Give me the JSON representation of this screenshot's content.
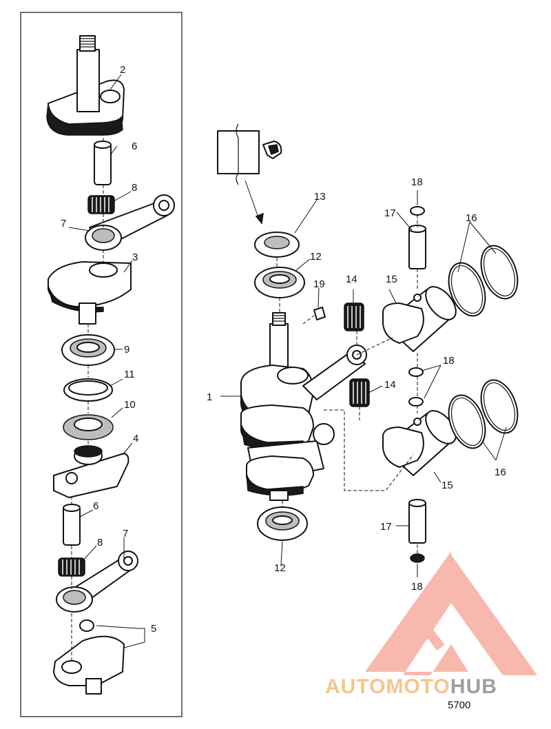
{
  "diagram": {
    "figure_number": "5700",
    "callouts": {
      "c1": "1",
      "c2": "2",
      "c3": "3",
      "c4": "4",
      "c5": "5",
      "c6a": "6",
      "c6b": "6",
      "c7a": "7",
      "c7b": "7",
      "c8a": "8",
      "c8b": "8",
      "c9": "9",
      "c10": "10",
      "c11": "11",
      "c12a": "12",
      "c12b": "12",
      "c13": "13",
      "c14a": "14",
      "c14b": "14",
      "c15a": "15",
      "c15b": "15",
      "c16a": "16",
      "c16b": "16",
      "c17a": "17",
      "c17b": "17",
      "c18a": "18",
      "c18b": "18",
      "c18c": "18",
      "c19": "19"
    }
  },
  "watermark": {
    "text_part1": "AUTOMOTO",
    "text_part2": "HUB",
    "colors": {
      "logo": "#f28b7a",
      "part1": "#f5c58a",
      "part2": "#9e9e9e"
    }
  }
}
